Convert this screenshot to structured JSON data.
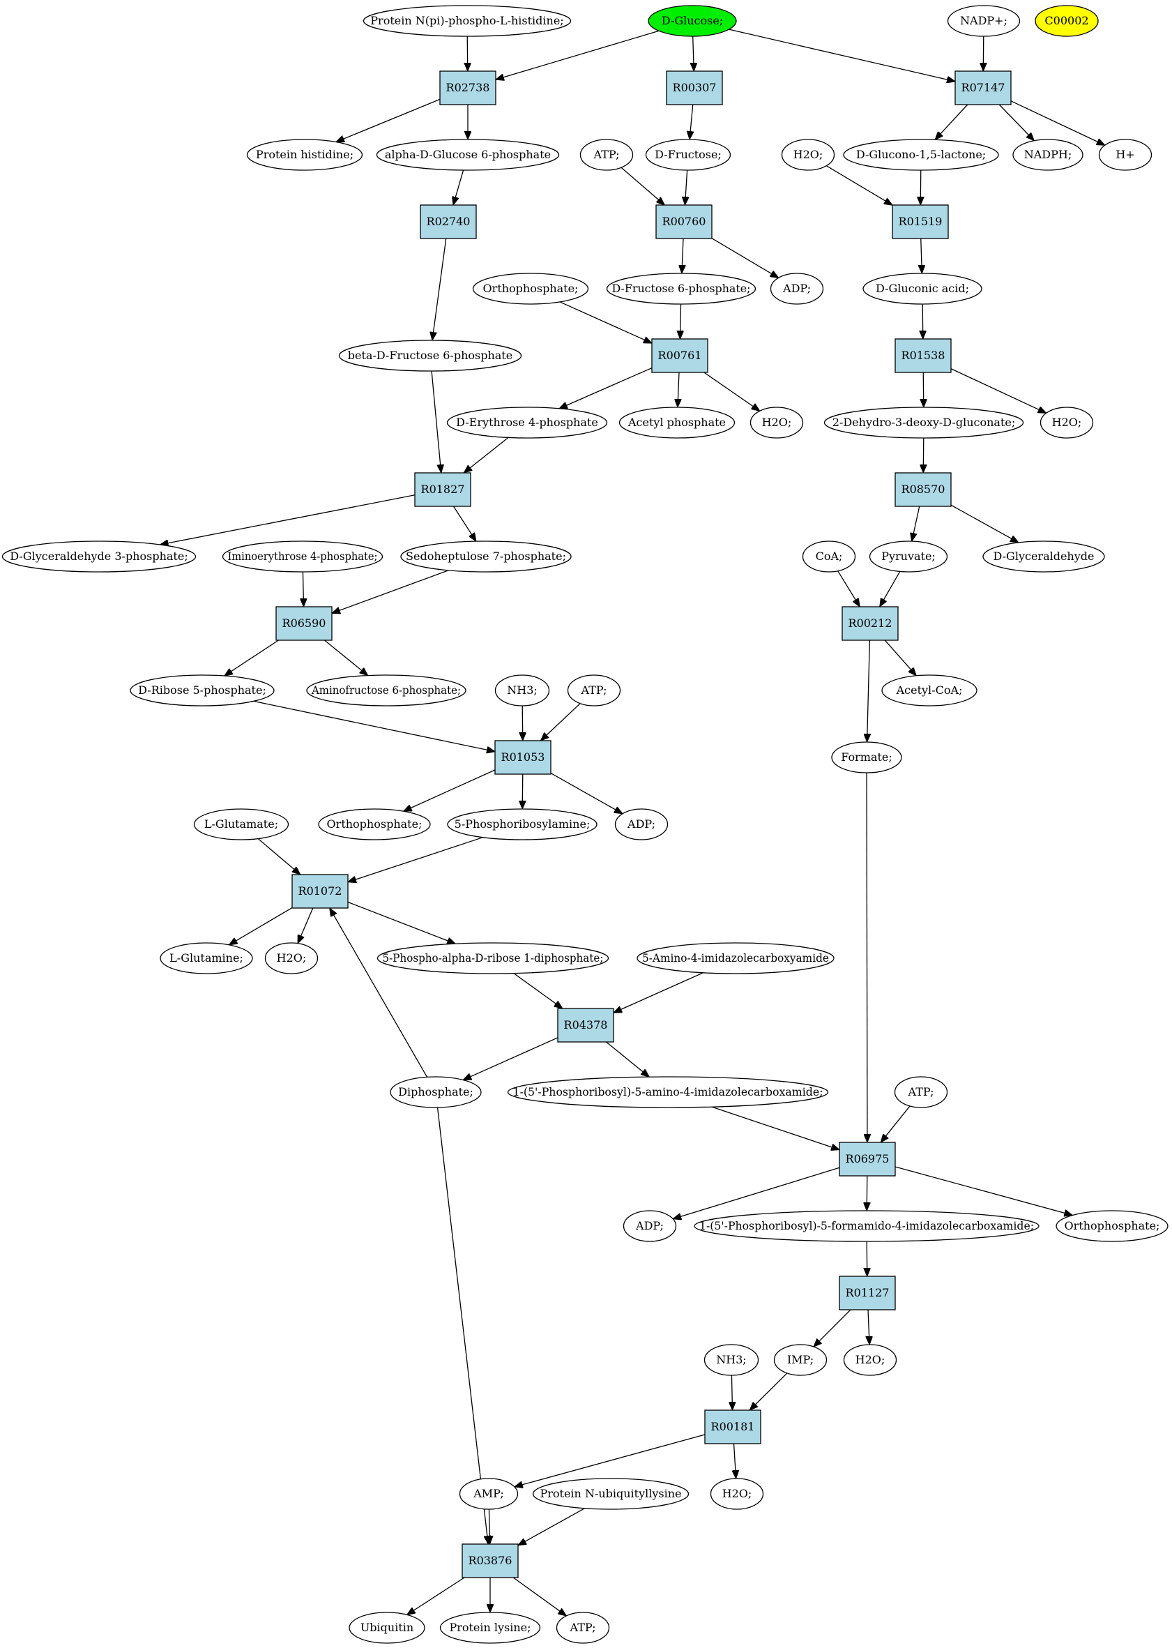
{
  "colors": {
    "reaction_fill": "#add8e6",
    "start_fill": "#00ee00",
    "highlight_fill": "#ffff00",
    "compound_fill": "#ffffff",
    "stroke": "#000000"
  },
  "nodes": [
    {
      "id": "c_protnph",
      "kind": "compound",
      "label": "Protein N(pi)-phospho-L-histidine;"
    },
    {
      "id": "c_dglucose",
      "kind": "compound",
      "label": "D-Glucose;",
      "fill": "start_fill"
    },
    {
      "id": "c_nadp",
      "kind": "compound",
      "label": "NADP+;"
    },
    {
      "id": "c_c00002",
      "kind": "compound",
      "label": "C00002",
      "fill": "highlight_fill"
    },
    {
      "id": "r_R02738",
      "kind": "reaction",
      "label": "R02738"
    },
    {
      "id": "r_R00307",
      "kind": "reaction",
      "label": "R00307"
    },
    {
      "id": "r_R07147",
      "kind": "reaction",
      "label": "R07147"
    },
    {
      "id": "c_protein_histidine",
      "kind": "compound",
      "label": "Protein histidine;"
    },
    {
      "id": "c_adg6p",
      "kind": "compound",
      "label": "alpha-D-Glucose 6-phosphate"
    },
    {
      "id": "c_atp1",
      "kind": "compound",
      "label": "ATP;"
    },
    {
      "id": "c_dfructose",
      "kind": "compound",
      "label": "D-Fructose;"
    },
    {
      "id": "c_h2o1",
      "kind": "compound",
      "label": "H2O;"
    },
    {
      "id": "c_dglucono",
      "kind": "compound",
      "label": "D-Glucono-1,5-lactone;"
    },
    {
      "id": "c_nadph",
      "kind": "compound",
      "label": "NADPH;"
    },
    {
      "id": "c_hplus",
      "kind": "compound",
      "label": "H+"
    },
    {
      "id": "r_R02740",
      "kind": "reaction",
      "label": "R02740"
    },
    {
      "id": "r_R00760",
      "kind": "reaction",
      "label": "R00760"
    },
    {
      "id": "r_R01519",
      "kind": "reaction",
      "label": "R01519"
    },
    {
      "id": "c_ortho1",
      "kind": "compound",
      "label": "Orthophosphate;"
    },
    {
      "id": "c_df6p",
      "kind": "compound",
      "label": "D-Fructose 6-phosphate;"
    },
    {
      "id": "c_adp1",
      "kind": "compound",
      "label": "ADP;"
    },
    {
      "id": "c_dgluconic",
      "kind": "compound",
      "label": "D-Gluconic acid;"
    },
    {
      "id": "c_bdf6p",
      "kind": "compound",
      "label": "beta-D-Fructose 6-phosphate"
    },
    {
      "id": "r_R00761",
      "kind": "reaction",
      "label": "R00761"
    },
    {
      "id": "r_R01538",
      "kind": "reaction",
      "label": "R01538"
    },
    {
      "id": "c_de4p",
      "kind": "compound",
      "label": "D-Erythrose 4-phosphate"
    },
    {
      "id": "c_acetylp",
      "kind": "compound",
      "label": "Acetyl phosphate"
    },
    {
      "id": "c_h2o2",
      "kind": "compound",
      "label": "H2O;"
    },
    {
      "id": "c_dhdg",
      "kind": "compound",
      "label": "2-Dehydro-3-deoxy-D-gluconate;"
    },
    {
      "id": "c_h2o3",
      "kind": "compound",
      "label": "H2O;"
    },
    {
      "id": "r_R01827",
      "kind": "reaction",
      "label": "R01827"
    },
    {
      "id": "r_R08570",
      "kind": "reaction",
      "label": "R08570"
    },
    {
      "id": "c_dg3p",
      "kind": "compound",
      "label": "D-Glyceraldehyde 3-phosphate;"
    },
    {
      "id": "c_ie4p",
      "kind": "compound",
      "label": "Iminoerythrose 4-phosphate;"
    },
    {
      "id": "c_s7p",
      "kind": "compound",
      "label": "Sedoheptulose 7-phosphate;"
    },
    {
      "id": "c_coa",
      "kind": "compound",
      "label": "CoA;"
    },
    {
      "id": "c_pyruvate",
      "kind": "compound",
      "label": "Pyruvate;"
    },
    {
      "id": "c_dglyc",
      "kind": "compound",
      "label": "D-Glyceraldehyde"
    },
    {
      "id": "r_R06590",
      "kind": "reaction",
      "label": "R06590"
    },
    {
      "id": "r_R00212",
      "kind": "reaction",
      "label": "R00212"
    },
    {
      "id": "c_dr5p",
      "kind": "compound",
      "label": "D-Ribose 5-phosphate;"
    },
    {
      "id": "c_af6p",
      "kind": "compound",
      "label": "Aminofructose 6-phosphate;"
    },
    {
      "id": "c_nh3a",
      "kind": "compound",
      "label": "NH3;"
    },
    {
      "id": "c_atp2",
      "kind": "compound",
      "label": "ATP;"
    },
    {
      "id": "c_acetylcoa",
      "kind": "compound",
      "label": "Acetyl-CoA;"
    },
    {
      "id": "r_R01053",
      "kind": "reaction",
      "label": "R01053"
    },
    {
      "id": "c_formate",
      "kind": "compound",
      "label": "Formate;"
    },
    {
      "id": "c_lglutamate",
      "kind": "compound",
      "label": "L-Glutamate;"
    },
    {
      "id": "c_ortho2",
      "kind": "compound",
      "label": "Orthophosphate;"
    },
    {
      "id": "c_5pra",
      "kind": "compound",
      "label": "5-Phosphoribosylamine;"
    },
    {
      "id": "c_adp2",
      "kind": "compound",
      "label": "ADP;"
    },
    {
      "id": "r_R01072",
      "kind": "reaction",
      "label": "R01072"
    },
    {
      "id": "c_lglutamine",
      "kind": "compound",
      "label": "L-Glutamine;"
    },
    {
      "id": "c_h2o4",
      "kind": "compound",
      "label": "H2O;"
    },
    {
      "id": "c_prpp",
      "kind": "compound",
      "label": "5-Phospho-alpha-D-ribose 1-diphosphate;"
    },
    {
      "id": "c_aica",
      "kind": "compound",
      "label": "5-Amino-4-imidazolecarboxyamide"
    },
    {
      "id": "r_R04378",
      "kind": "reaction",
      "label": "R04378"
    },
    {
      "id": "c_diphosphate",
      "kind": "compound",
      "label": "Diphosphate;"
    },
    {
      "id": "c_aicar",
      "kind": "compound",
      "label": "1-(5'-Phosphoribosyl)-5-amino-4-imidazolecarboxamide;"
    },
    {
      "id": "c_atp3",
      "kind": "compound",
      "label": "ATP;"
    },
    {
      "id": "r_R06975",
      "kind": "reaction",
      "label": "R06975"
    },
    {
      "id": "c_adp3",
      "kind": "compound",
      "label": "ADP;"
    },
    {
      "id": "c_faicar",
      "kind": "compound",
      "label": "1-(5'-Phosphoribosyl)-5-formamido-4-imidazolecarboxamide;"
    },
    {
      "id": "c_ortho3",
      "kind": "compound",
      "label": "Orthophosphate;"
    },
    {
      "id": "r_R01127",
      "kind": "reaction",
      "label": "R01127"
    },
    {
      "id": "c_nh3b",
      "kind": "compound",
      "label": "NH3;"
    },
    {
      "id": "c_imp",
      "kind": "compound",
      "label": "IMP;"
    },
    {
      "id": "c_h2o5",
      "kind": "compound",
      "label": "H2O;"
    },
    {
      "id": "r_R00181",
      "kind": "reaction",
      "label": "R00181"
    },
    {
      "id": "c_amp",
      "kind": "compound",
      "label": "AMP;"
    },
    {
      "id": "c_protubq",
      "kind": "compound",
      "label": "Protein N-ubiquityllysine"
    },
    {
      "id": "c_h2o6",
      "kind": "compound",
      "label": "H2O;"
    },
    {
      "id": "r_R03876",
      "kind": "reaction",
      "label": "R03876"
    },
    {
      "id": "c_ubiquitin",
      "kind": "compound",
      "label": "Ubiquitin"
    },
    {
      "id": "c_protlys",
      "kind": "compound",
      "label": "Protein lysine;"
    },
    {
      "id": "c_atp4",
      "kind": "compound",
      "label": "ATP;"
    }
  ],
  "edges": [
    [
      "c_protnph",
      "r_R02738"
    ],
    [
      "c_dglucose",
      "r_R02738"
    ],
    [
      "c_dglucose",
      "r_R00307"
    ],
    [
      "c_dglucose",
      "r_R07147"
    ],
    [
      "c_nadp",
      "r_R07147"
    ],
    [
      "r_R02738",
      "c_protein_histidine"
    ],
    [
      "r_R02738",
      "c_adg6p"
    ],
    [
      "r_R00307",
      "c_dfructose"
    ],
    [
      "r_R07147",
      "c_dglucono"
    ],
    [
      "r_R07147",
      "c_nadph"
    ],
    [
      "r_R07147",
      "c_hplus"
    ],
    [
      "c_adg6p",
      "r_R02740"
    ],
    [
      "c_atp1",
      "r_R00760"
    ],
    [
      "c_dfructose",
      "r_R00760"
    ],
    [
      "c_h2o1",
      "r_R01519"
    ],
    [
      "c_dglucono",
      "r_R01519"
    ],
    [
      "r_R02740",
      "c_bdf6p"
    ],
    [
      "r_R00760",
      "c_df6p"
    ],
    [
      "r_R00760",
      "c_adp1"
    ],
    [
      "r_R01519",
      "c_dgluconic"
    ],
    [
      "c_ortho1",
      "r_R00761"
    ],
    [
      "c_df6p",
      "r_R00761"
    ],
    [
      "c_dgluconic",
      "r_R01538"
    ],
    [
      "r_R00761",
      "c_de4p"
    ],
    [
      "r_R00761",
      "c_acetylp"
    ],
    [
      "r_R00761",
      "c_h2o2"
    ],
    [
      "r_R01538",
      "c_dhdg"
    ],
    [
      "r_R01538",
      "c_h2o3"
    ],
    [
      "c_bdf6p",
      "r_R01827"
    ],
    [
      "c_de4p",
      "r_R01827"
    ],
    [
      "c_dhdg",
      "r_R08570"
    ],
    [
      "r_R01827",
      "c_dg3p"
    ],
    [
      "r_R01827",
      "c_s7p"
    ],
    [
      "r_R08570",
      "c_pyruvate"
    ],
    [
      "r_R08570",
      "c_dglyc"
    ],
    [
      "c_ie4p",
      "r_R06590"
    ],
    [
      "c_s7p",
      "r_R06590"
    ],
    [
      "c_coa",
      "r_R00212"
    ],
    [
      "c_pyruvate",
      "r_R00212"
    ],
    [
      "r_R06590",
      "c_dr5p"
    ],
    [
      "r_R06590",
      "c_af6p"
    ],
    [
      "r_R00212",
      "c_acetylcoa"
    ],
    [
      "r_R00212",
      "c_formate"
    ],
    [
      "c_dr5p",
      "r_R01053"
    ],
    [
      "c_nh3a",
      "r_R01053"
    ],
    [
      "c_atp2",
      "r_R01053"
    ],
    [
      "r_R01053",
      "c_ortho2"
    ],
    [
      "r_R01053",
      "c_5pra"
    ],
    [
      "r_R01053",
      "c_adp2"
    ],
    [
      "c_lglutamate",
      "r_R01072"
    ],
    [
      "c_5pra",
      "r_R01072"
    ],
    [
      "c_diphosphate",
      "r_R01072"
    ],
    [
      "r_R01072",
      "c_lglutamine"
    ],
    [
      "r_R01072",
      "c_h2o4"
    ],
    [
      "r_R01072",
      "c_prpp"
    ],
    [
      "c_prpp",
      "r_R04378"
    ],
    [
      "c_aica",
      "r_R04378"
    ],
    [
      "r_R04378",
      "c_diphosphate"
    ],
    [
      "r_R04378",
      "c_aicar"
    ],
    [
      "c_aicar",
      "r_R06975"
    ],
    [
      "c_formate",
      "r_R06975"
    ],
    [
      "c_atp3",
      "r_R06975"
    ],
    [
      "r_R06975",
      "c_adp3"
    ],
    [
      "r_R06975",
      "c_faicar"
    ],
    [
      "r_R06975",
      "c_ortho3"
    ],
    [
      "c_faicar",
      "r_R01127"
    ],
    [
      "r_R01127",
      "c_imp"
    ],
    [
      "r_R01127",
      "c_h2o5"
    ],
    [
      "c_nh3b",
      "r_R00181"
    ],
    [
      "c_imp",
      "r_R00181"
    ],
    [
      "r_R00181",
      "c_amp"
    ],
    [
      "r_R00181",
      "c_h2o6"
    ],
    [
      "c_amp",
      "r_R03876"
    ],
    [
      "c_protubq",
      "r_R03876"
    ],
    [
      "c_diphosphate",
      "r_R03876"
    ],
    [
      "r_R03876",
      "c_ubiquitin"
    ],
    [
      "r_R03876",
      "c_protlys"
    ],
    [
      "r_R03876",
      "c_atp4"
    ]
  ]
}
